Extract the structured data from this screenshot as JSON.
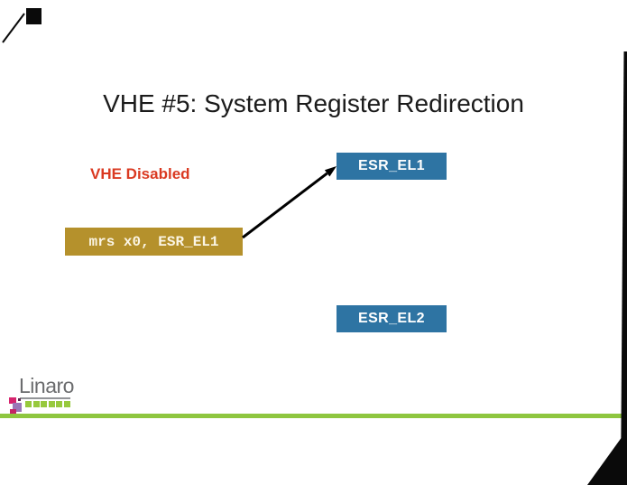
{
  "slide": {
    "title": "VHE #5: System Register Redirection",
    "status_label": "VHE Disabled",
    "instruction": {
      "text": "mrs x0, ESR_EL1"
    },
    "registers": [
      {
        "label": "ESR_EL1"
      },
      {
        "label": "ESR_EL2"
      }
    ],
    "colors": {
      "title_text": "#1b1b1b",
      "status_text": "#da3a22",
      "instruction_bg": "#b5912c",
      "instruction_text": "#fbf5e4",
      "register_bg": "#2e74a3",
      "register_text": "#ffffff",
      "arrow": "#000000",
      "accent_line": "#8ec63f"
    }
  },
  "logo": {
    "text": "Linaro",
    "colors": {
      "text": "#6b6c6e",
      "squares_green": "#97c93d",
      "pink": "#d6246e",
      "purple": "#9a77b8"
    }
  }
}
